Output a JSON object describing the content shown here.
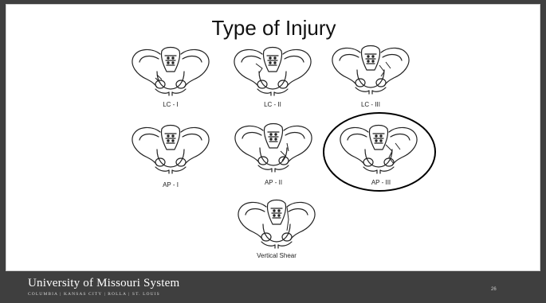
{
  "slide": {
    "title": "Type of Injury",
    "figures": [
      {
        "label": "LC - I"
      },
      {
        "label": "LC - II"
      },
      {
        "label": "LC - III"
      },
      {
        "label": "AP - I"
      },
      {
        "label": "AP - II"
      },
      {
        "label": "AP - III",
        "highlighted": true
      },
      {
        "label": "Vertical Shear"
      }
    ]
  },
  "footer": {
    "university": "University of Missouri System",
    "campuses": "COLUMBIA | KANSAS CITY | ROLLA | ST. LOUIS",
    "page_number": "26"
  },
  "colors": {
    "footer_bg": "#3f3f3f",
    "slide_bg": "#ffffff",
    "highlight_ring": "#000000"
  }
}
